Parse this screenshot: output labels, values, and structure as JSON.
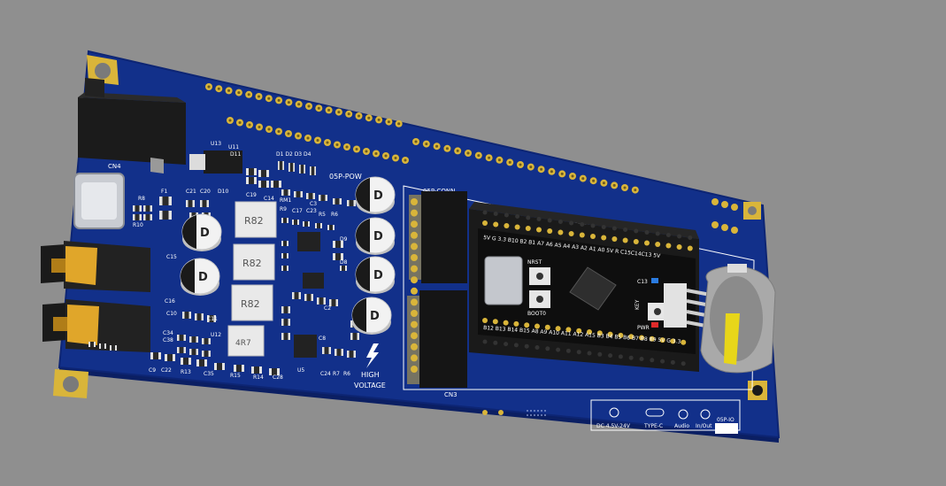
{
  "colors": {
    "background": "#8f8f8f",
    "pcb": "#12308a",
    "pcb_edge": "#0b1f63",
    "silk": "#ffffff",
    "gold": "#d9b53a",
    "connector": "#1a1a1a",
    "audio_jack": "#e0a62a",
    "battery_latch": "#e8d619"
  },
  "silkscreen": {
    "cn4": "CN4",
    "f1": "F1",
    "r8": "R8",
    "r10": "R10",
    "u11": "U11",
    "d11": "D11",
    "u13": "U13",
    "d10": "D10",
    "d_row": "D1 D2 D3 D4",
    "c21": "C21",
    "c20": "C20",
    "c19": "C19",
    "c14": "C14",
    "rm1": "RM1",
    "c3": "C3",
    "r9": "R9",
    "c17": "C17",
    "c23": "C23",
    "r5": "R5",
    "r6": "R6",
    "c15": "C15",
    "c16": "C16",
    "c10": "C10",
    "c11": "C11",
    "c34": "C34",
    "c38": "C38",
    "u12": "U12",
    "c9": "C9",
    "c22": "C22",
    "r13": "R13",
    "c35": "C35",
    "r15": "R15",
    "r14": "R14",
    "c28": "C28",
    "u5": "U5",
    "c24": "C24",
    "r7": "R7",
    "r6b": "R6",
    "d9": "D9",
    "d8": "D8",
    "c2": "C2",
    "c8": "C8",
    "inductor_1": "R82",
    "inductor_2": "R82",
    "inductor_3": "R82",
    "inductor_4": "4R7",
    "cap_mark": "D",
    "power_section": "05P-POW",
    "conn_section": "05P-CONN",
    "cn3": "CN3",
    "high_voltage_1": "HIGH",
    "high_voltage_2": "VOLTAGE",
    "mcu_top_pins": "5V  G  3.3 B10 B2  B1  A7  A6  A5  A4  A3  A2  A1  A0  5V  R  C15C14C13 5V",
    "mcu_bottom_pins": "B12 B13 B14 B15 A8  A9 A10 A11 A12 A15 B3  B4  B5  B6  B7  B8  B9  5V  G  3.3",
    "nrst": "NRST",
    "boot0": "BOOT0",
    "c13": "C13",
    "key": "KEY",
    "pwr": "PWR",
    "port_dc": "DC 4.5V-24V",
    "port_typec": "TYPE-C",
    "port_audio": "Audio",
    "port_audio_io": "In/Out",
    "board_name": "05P-IO"
  }
}
